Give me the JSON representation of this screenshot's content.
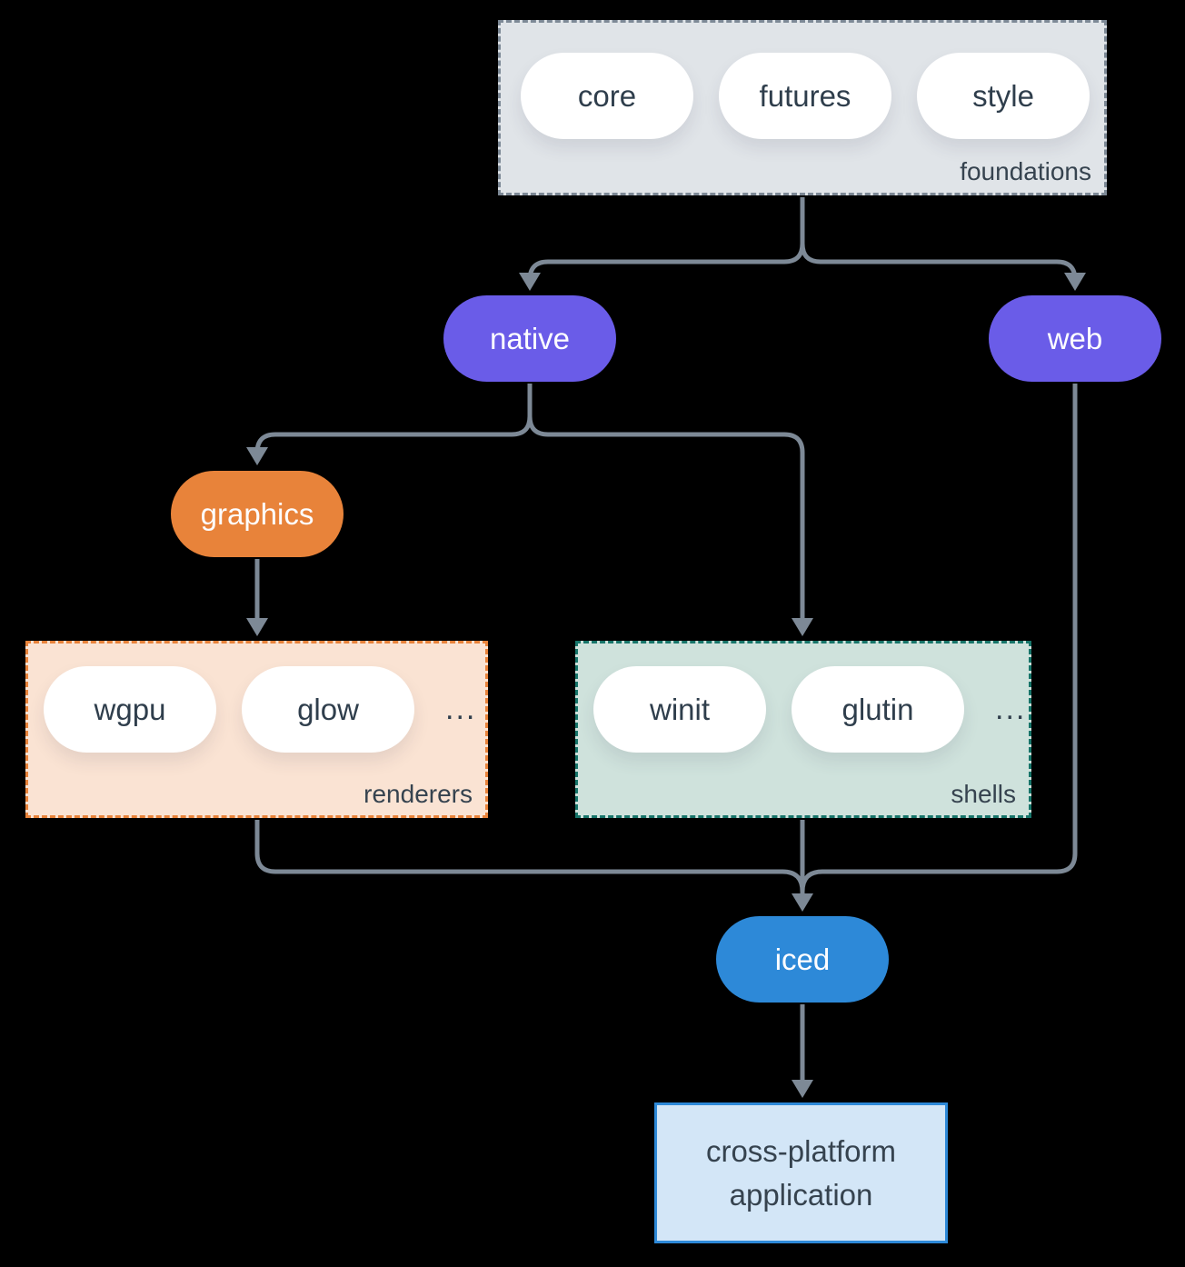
{
  "groups": {
    "foundations": {
      "label": "foundations",
      "items": [
        "core",
        "futures",
        "style"
      ]
    },
    "renderers": {
      "label": "renderers",
      "items": [
        "wgpu",
        "glow"
      ],
      "ellipsis": "..."
    },
    "shells": {
      "label": "shells",
      "items": [
        "winit",
        "glutin"
      ],
      "ellipsis": "..."
    }
  },
  "nodes": {
    "native": {
      "label": "native"
    },
    "web": {
      "label": "web"
    },
    "graphics": {
      "label": "graphics"
    },
    "iced": {
      "label": "iced"
    },
    "application": {
      "label": "cross-platform application"
    }
  },
  "edges": [
    [
      "foundations",
      "native"
    ],
    [
      "foundations",
      "web"
    ],
    [
      "native",
      "graphics"
    ],
    [
      "native",
      "shells"
    ],
    [
      "graphics",
      "renderers"
    ],
    [
      "renderers",
      "iced"
    ],
    [
      "shells",
      "iced"
    ],
    [
      "web",
      "iced"
    ],
    [
      "iced",
      "application"
    ]
  ],
  "colors": {
    "background": "#000000",
    "connector": "#7d8996",
    "foundations_fill": "#e0e4e8",
    "foundations_border": "#7d8996",
    "renderers_fill": "#fae3d3",
    "renderers_border": "#e8833a",
    "shells_fill": "#cfe2dc",
    "shells_border": "#17756a",
    "node_purple": "#6a5ce8",
    "node_orange": "#e8833a",
    "node_blue": "#2d89d8",
    "app_fill": "#d3e6f7",
    "app_border": "#2d89d8",
    "pill_fill": "#ffffff",
    "pill_text": "#2f3e4c",
    "label_text": "#36434f"
  }
}
